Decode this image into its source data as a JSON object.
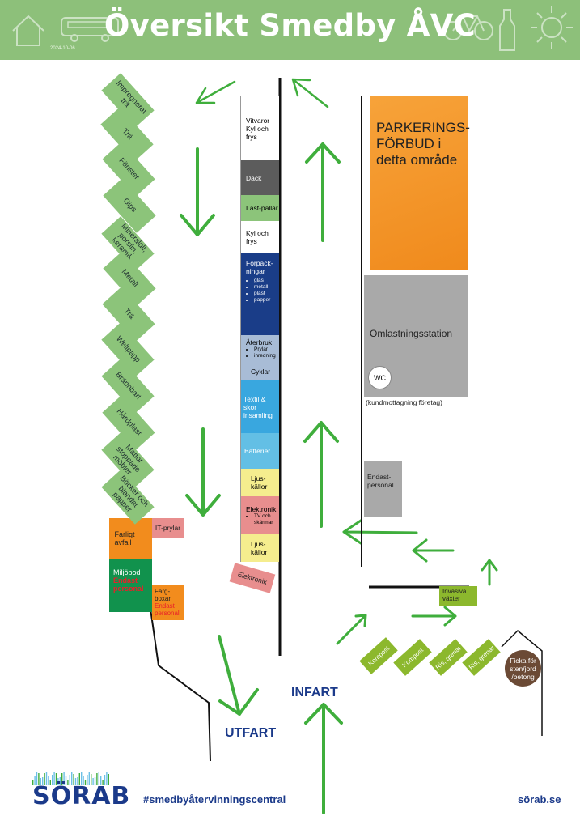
{
  "header": {
    "title": "Översikt Smedby ÅVC",
    "date": "2024-10-06",
    "bg_color": "#8dc07a",
    "icons": [
      "house-icon",
      "bus-icon",
      "bicycle-icon",
      "bottle-icon",
      "sun-icon"
    ]
  },
  "left_column": [
    {
      "label": "Impregnerat trä"
    },
    {
      "label": "Trä"
    },
    {
      "label": "Fönster"
    },
    {
      "label": "Gips"
    },
    {
      "label": "Mineralull, porslin, keramik"
    },
    {
      "label": "Metall"
    },
    {
      "label": "Trä"
    },
    {
      "label": "Wellpapp"
    },
    {
      "label": "Brännbart"
    },
    {
      "label": "Hårdplast"
    },
    {
      "label": "Mattor stoppade möbler"
    },
    {
      "label": "Böcker och blandat papper"
    }
  ],
  "center_stack": {
    "vitvaror": "Vitvaror Kyl och frys",
    "dack": "Däck",
    "lastpallar": "Last-pallar",
    "kylfrys": "Kyl och frys",
    "forpackningar": "Förpack-ningar",
    "forpackningar_items": [
      "glas",
      "metall",
      "plast",
      "papper"
    ],
    "aterbruk": "Återbruk",
    "aterbruk_items": [
      "Prylar",
      "inredning"
    ],
    "cyklar": "Cyklar",
    "textil": "Textil & skor insamling",
    "batterier": "Batterier",
    "ljuskallor1": "Ljus-källor",
    "elektronik": "Elektronik",
    "elektronik_items": [
      "TV och skärmar"
    ],
    "ljuskallor2": "Ljus-källor"
  },
  "right_area": {
    "parking": "PARKERINGS- FÖRBUD i detta område",
    "station": "Omlastningsstation",
    "wc": "WC",
    "kundmottagning": "(kundmottagning företag)",
    "endast_personal": "Endast-personal"
  },
  "bottom_left": {
    "farligt": "Farligt avfall",
    "it_prylar": "IT-prylar",
    "miljobod": "Miljöbod",
    "miljobod_note": "Endast personal",
    "fargboxar": "Färg-boxar",
    "fargboxar_note": "Endast personal",
    "elektronik": "Elektronik"
  },
  "bottom_right": {
    "invasiva": "Invasiva växter",
    "items": [
      "Kompost",
      "Kompost",
      "Ris, grenar",
      "Ris, grenar"
    ],
    "ficka": "Ficka för sten/jord /betong"
  },
  "labels": {
    "infart": "INFART",
    "utfart": "UTFART"
  },
  "footer": {
    "logo": "SÖRAB",
    "hashtag": "#smedbyåtervinningscentral",
    "website": "sörab.se"
  },
  "colors": {
    "arrow_green": "#3fae3c",
    "navy": "#1b3a8a",
    "orange": "#f28c1d",
    "pink": "#e88e8e",
    "dark_green": "#11924d"
  }
}
